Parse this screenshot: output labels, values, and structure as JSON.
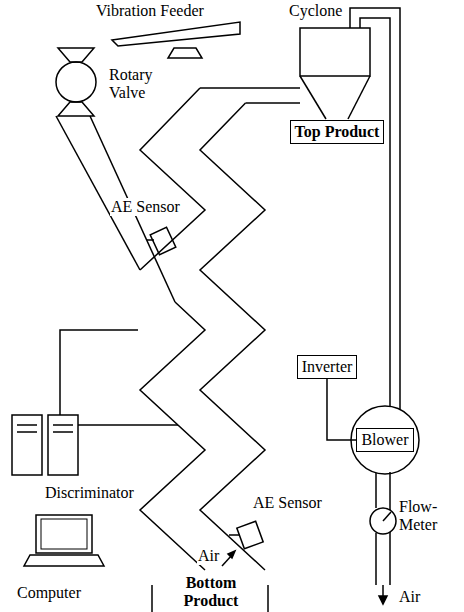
{
  "diagram": {
    "nodes": [
      {
        "text": [
          "Top Product"
        ]
      },
      {
        "text": [
          "Inverter"
        ]
      },
      {
        "text": [
          "Blower"
        ]
      }
    ],
    "edges": [
      {
        "from": 1,
        "to": 2,
        "arrow": "none"
      }
    ],
    "labels": [
      "Vibration Feeder",
      "Rotary Valve",
      "Cyclone",
      "AE Sensor",
      "AE Sensor",
      "Discriminator",
      "Computer",
      "Flow-Meter",
      "Air",
      "Air",
      "Bottom Product"
    ]
  }
}
